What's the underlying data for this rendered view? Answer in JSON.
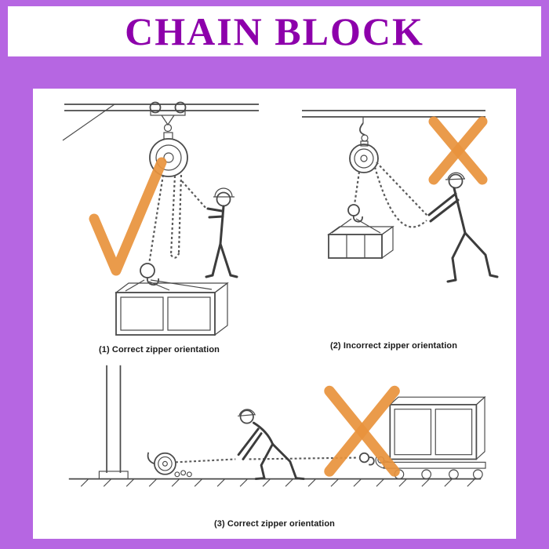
{
  "title": "CHAIN BLOCK",
  "colors": {
    "frame_purple": "#b666e2",
    "title_purple": "#8d00ab",
    "mark_orange": "#e8923c",
    "line_gray": "#4a4a4a",
    "panel_bg": "#ffffff"
  },
  "figures": [
    {
      "caption": "(1) Correct zipper orientation",
      "mark": "check",
      "scene": "worker pulling hand chain of overhead chain block straight down, crate lifted by hook"
    },
    {
      "caption": "(2) Incorrect zipper orientation",
      "mark": "x",
      "scene": "worker pulling hand chain of overhead chain block at a side angle"
    },
    {
      "caption": "(3) Correct zipper orientation",
      "mark": "x",
      "scene": "worker dragging crate on sled horizontally with chain block along the ground"
    }
  ]
}
